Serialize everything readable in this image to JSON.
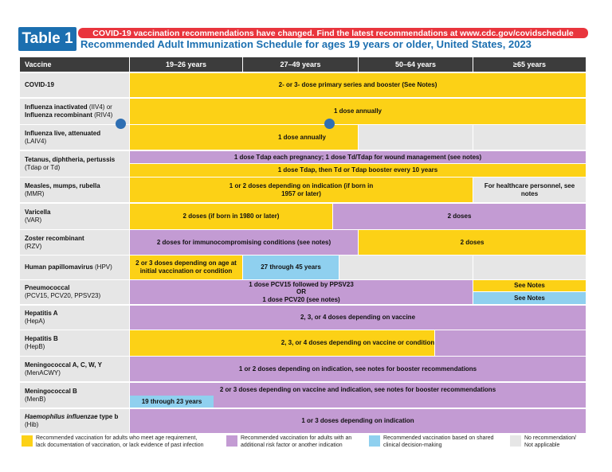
{
  "header": {
    "table_label": "Table 1",
    "alert": "COVID-19 vaccination recommendations have changed. Find the latest recommendations at www.cdc.gov/covidschedule",
    "title": "Recommended Adult Immunization Schedule for ages 19 years or older, United States, 2023"
  },
  "columns": [
    "Vaccine",
    "19–26 years",
    "27–49 years",
    "50–64 years",
    "≥65 years"
  ],
  "rows": {
    "covid": {
      "name": "COVID-19",
      "sub": "",
      "cells": [
        "2- or 3- dose primary series and booster (See Notes)"
      ]
    },
    "flu_inact": {
      "name": "Influenza inactivated",
      "name_suffix": " (IIV4) or",
      "name2": "Influenza recombinant",
      "name2_suffix": " (RIV4)",
      "cells": [
        "1 dose annually"
      ]
    },
    "flu_live": {
      "name": "Influenza live, attenuated",
      "sub": "(LAIV4)",
      "cells": [
        "1 dose annually"
      ]
    },
    "tdap": {
      "name": "Tetanus, diphtheria, pertussis",
      "sub": "(Tdap or Td)",
      "cells": [
        "1 dose Tdap each pregnancy; 1 dose Td/Tdap for wound management (see notes)",
        "1 dose Tdap, then Td or Tdap booster every 10 years"
      ]
    },
    "mmr": {
      "name": "Measles, mumps, rubella",
      "sub": "(MMR)",
      "cells": [
        "1 or 2 doses depending on indication (if born in 1957 or later)",
        "For healthcare personnel, see notes"
      ]
    },
    "var": {
      "name": "Varicella",
      "sub": "(VAR)",
      "cells": [
        "2 doses (if born in 1980 or later)",
        "2 doses"
      ]
    },
    "rzv": {
      "name": "Zoster recombinant",
      "sub": "(RZV)",
      "cells": [
        "2 doses for immunocompromising conditions (see notes)",
        "2 doses"
      ]
    },
    "hpv": {
      "name": "Human papillomavirus",
      "name_suffix": " (HPV)",
      "cells": [
        "2 or 3 doses depending on age at initial vaccination or condition",
        "27 through 45 years"
      ]
    },
    "pneumo": {
      "name": "Pneumococcal",
      "sub": "(PCV15, PCV20, PPSV23)",
      "cells": [
        "1 dose PCV15 followed by PPSV23",
        "OR",
        "1 dose PCV20 (see notes)",
        "See Notes",
        "See Notes"
      ]
    },
    "hepa": {
      "name": "Hepatitis A",
      "sub": "(HepA)",
      "cells": [
        "2, 3, or 4 doses depending on vaccine"
      ]
    },
    "hepb": {
      "name": "Hepatitis B",
      "sub": "(HepB)",
      "cells": [
        "2, 3, or 4 doses depending on vaccine or condition"
      ]
    },
    "menacwy": {
      "name": "Meningococcal A, C, W, Y",
      "sub": "(MenACWY)",
      "cells": [
        "1 or 2 doses depending on indication, see notes for booster recommendations"
      ]
    },
    "menb": {
      "name": "Meningococcal B",
      "sub": "(MenB)",
      "cells": [
        "2 or 3 doses depending on vaccine and indication, see notes for booster recommendations",
        "19 through 23 years"
      ]
    },
    "hib": {
      "name_italic": "Haemophilus influenzae",
      "name_after": " type b",
      "sub": "(Hib)",
      "cells": [
        "1 or 3 doses depending on indication"
      ]
    }
  },
  "legend": [
    {
      "text1": "Recommended vaccination for adults who meet age requirement,",
      "text2": "lack documentation of vaccination, or lack evidence of past infection",
      "color": "#fcd116"
    },
    {
      "text1": "Recommended vaccination for adults with an",
      "text2": "additional risk factor or another indication",
      "color": "#c39bd3"
    },
    {
      "text1": "Recommended vaccination based on shared",
      "text2": "clinical decision-making",
      "color": "#8fd0ef"
    },
    {
      "text1": "No recommendation/",
      "text2": "Not applicable",
      "color": "#e6e6e6"
    }
  ]
}
